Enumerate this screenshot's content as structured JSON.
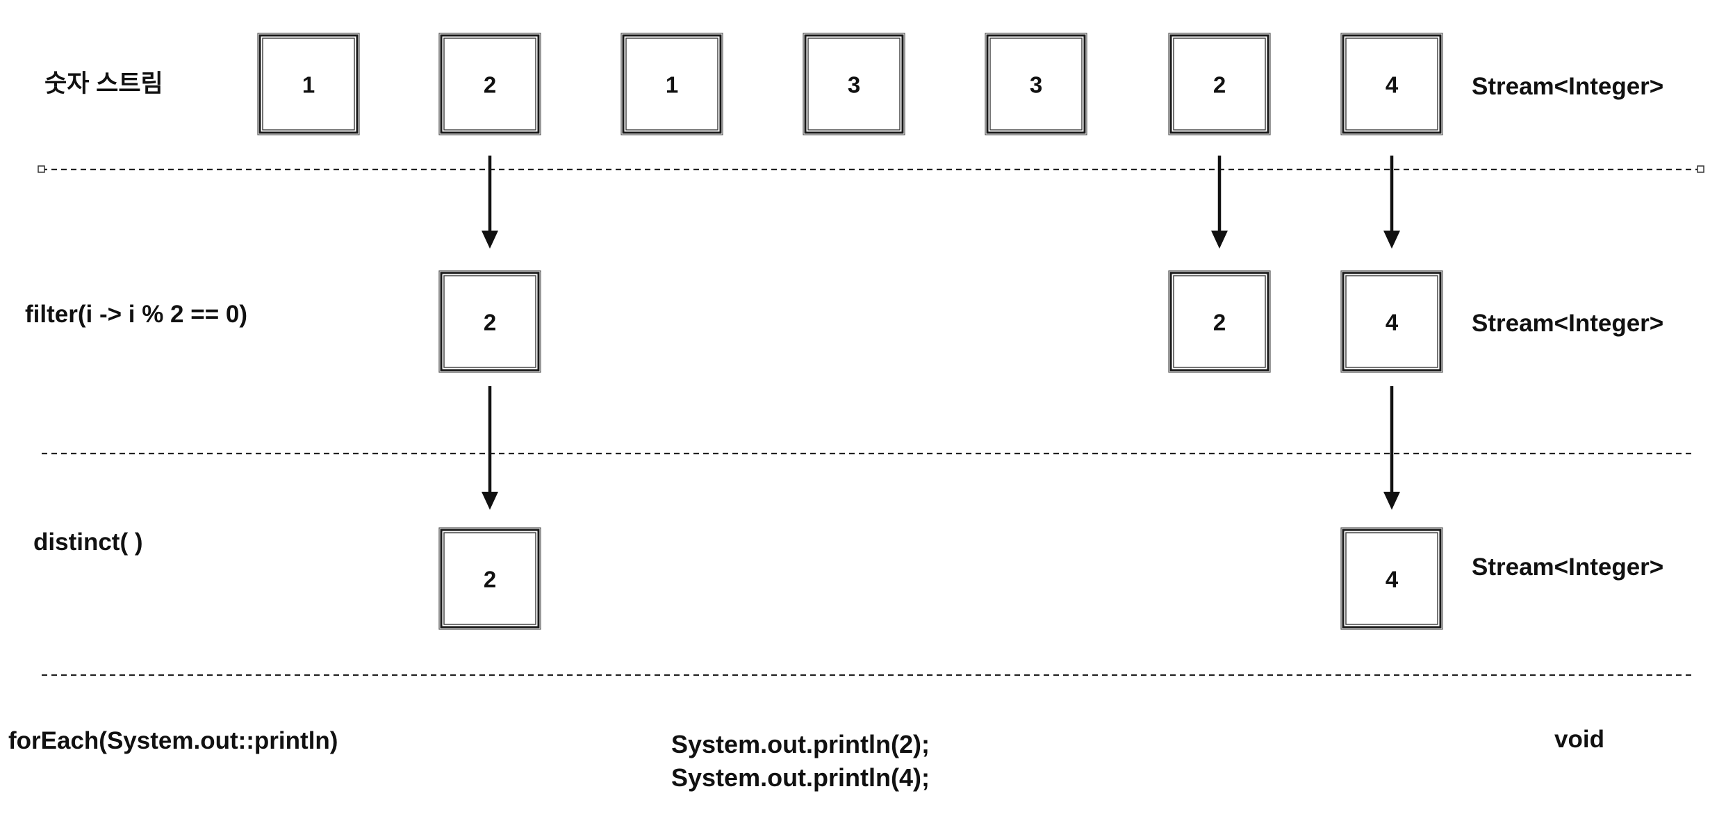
{
  "rows": [
    {
      "label": "숫자 스트림",
      "type": "Stream<Integer>",
      "boxes": [
        {
          "value": "1"
        },
        {
          "value": "2"
        },
        {
          "value": "1"
        },
        {
          "value": "3"
        },
        {
          "value": "3"
        },
        {
          "value": "2"
        },
        {
          "value": "4"
        }
      ]
    },
    {
      "label": "filter(i -> i % 2 == 0)",
      "type": "Stream<Integer>",
      "boxes": [
        {
          "value": "2"
        },
        {
          "value": "2"
        },
        {
          "value": "4"
        }
      ]
    },
    {
      "label": "distinct( )",
      "type": "Stream<Integer>",
      "boxes": [
        {
          "value": "2"
        },
        {
          "value": "4"
        }
      ]
    },
    {
      "label": "forEach(System.out::println)",
      "type": "void",
      "output": [
        "System.out.println(2);",
        "System.out.println(4);"
      ]
    }
  ]
}
